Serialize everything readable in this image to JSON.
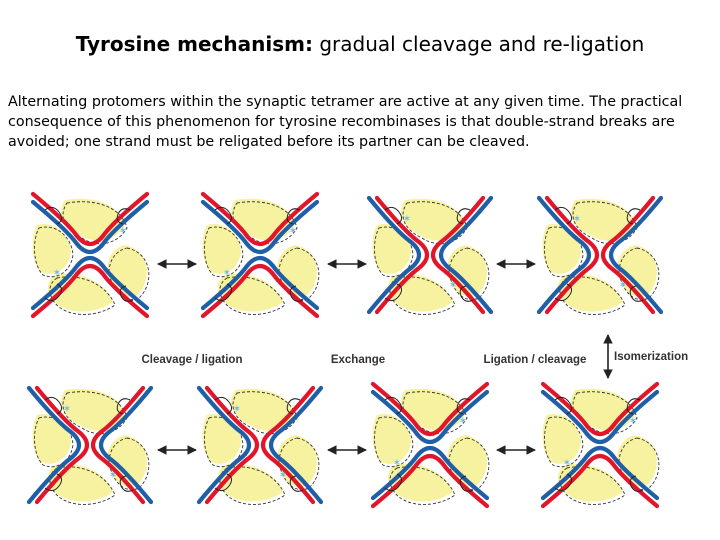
{
  "title": {
    "bold": "Tyrosine mechanism:",
    "rest": " gradual cleavage and re-ligation"
  },
  "description": "Alternating protomers within the synaptic tetramer are active at any given time. The practical consequence of this phenomenon for tyrosine recombinases is that double-strand breaks are avoided; one strand must be religated before its partner can be cleaved.",
  "labels": {
    "cleavage_ligation": "Cleavage / ligation",
    "exchange": "Exchange",
    "ligation_cleavage": "Ligation / cleavage",
    "isomerization": "Isomerization"
  },
  "colors": {
    "strand_red": "#e2162b",
    "strand_blue": "#1f5fa8",
    "protein_fill": "#f5f08e",
    "active_site": "#6fb6ea"
  }
}
